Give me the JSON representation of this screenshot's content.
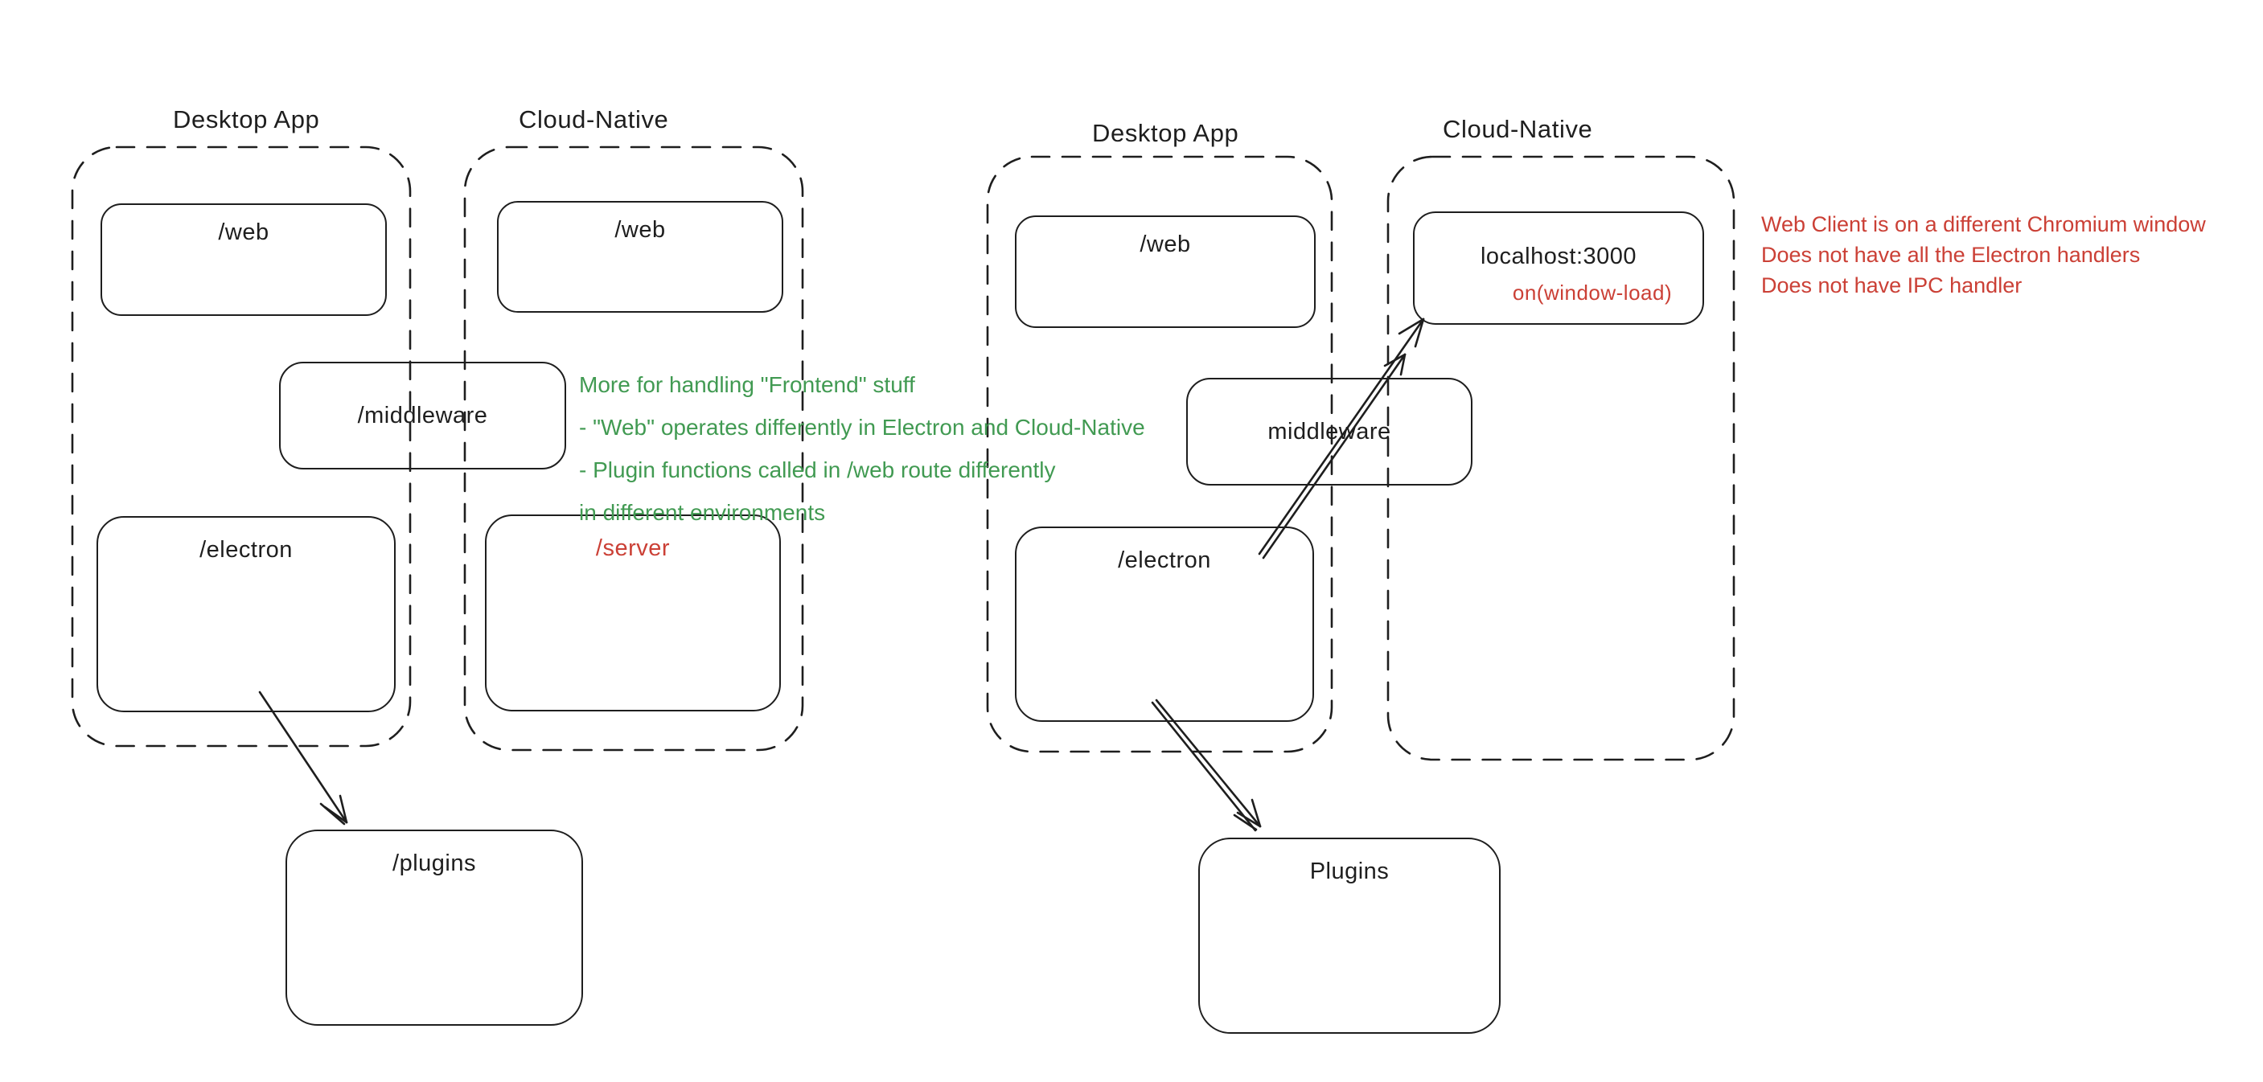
{
  "colors": {
    "ink": "#1e1e1e",
    "red": "#cb4036",
    "green": "#419a52"
  },
  "left": {
    "desktop_label": "Desktop App",
    "cloud_label": "Cloud-Native",
    "web_desktop": "/web",
    "web_cloud": "/web",
    "middleware": "/middleware",
    "electron": "/electron",
    "server": "/server",
    "plugins": "/plugins",
    "green_note": [
      "More for handling \"Frontend\" stuff",
      "- \"Web\" operates differently in Electron and Cloud-Native",
      "- Plugin functions called in /web route differently",
      "in different environments"
    ]
  },
  "right": {
    "desktop_label": "Desktop App",
    "cloud_label": "Cloud-Native",
    "web": "/web",
    "localhost": "localhost:3000",
    "window_load": "on(window-load)",
    "middleware": "middleware",
    "electron": "/electron",
    "plugins": "Plugins",
    "red_note": [
      "Web Client is on a different Chromium window",
      "Does not have all the Electron handlers",
      "Does not have IPC handler"
    ]
  }
}
